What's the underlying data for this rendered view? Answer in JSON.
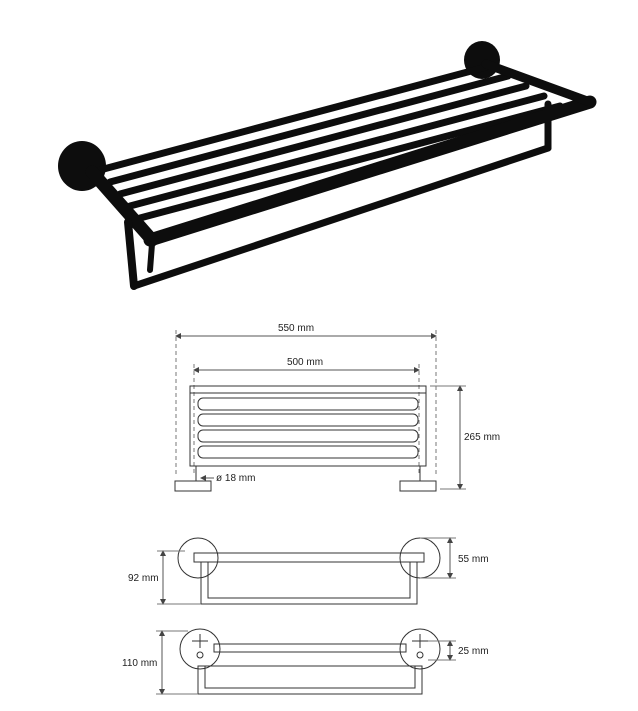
{
  "dimensions": {
    "overall_width": "550 mm",
    "inner_width": "500 mm",
    "height": "265 mm",
    "tube_diameter": "ø 18 mm",
    "depth_top": "92 mm",
    "rosette_diameter": "55 mm",
    "depth_bottom": "110 mm",
    "rosette_offset": "25 mm"
  },
  "colors": {
    "product": "#0d0d0d",
    "line": "#333333",
    "dimension": "#555555"
  }
}
